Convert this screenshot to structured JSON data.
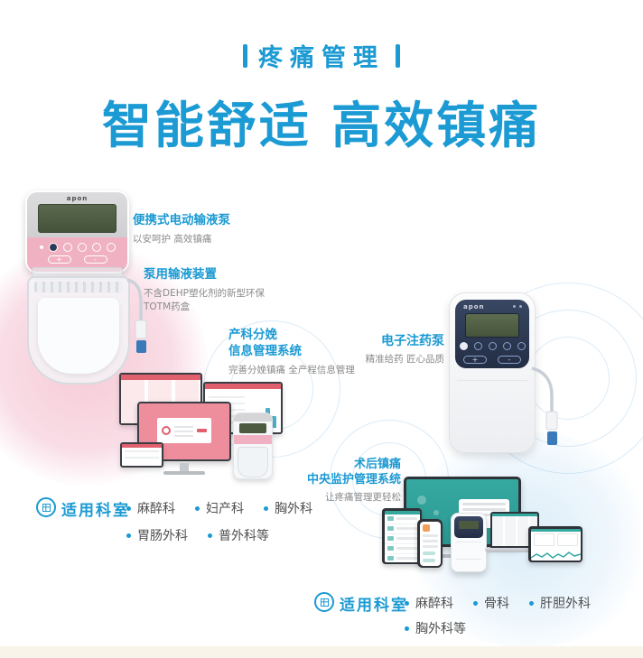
{
  "brand": "apon",
  "colors": {
    "accent": "#1b9ad3",
    "pink-panel": "#f0b2c3",
    "pink-screen": "#ee8e9c",
    "dash-red": "#e0606e",
    "teal": "#34a79f",
    "cream": "#f9f4ea"
  },
  "header": {
    "category": "疼痛管理",
    "title": "智能舒适 高效镇痛"
  },
  "left": {
    "features": [
      {
        "title1": "便携式电动输液泵",
        "desc1": "以安呵护 高效镇痛"
      },
      {
        "title1": "泵用输液装置",
        "desc1": "不含DEHP塑化剂的新型环保",
        "desc2": "TOTM药盒"
      },
      {
        "title1": "产科分娩",
        "title2": "信息管理系统",
        "desc1": "完善分娩镇痛 全产程信息管理"
      }
    ],
    "departments": {
      "label": "适用科室",
      "row1": [
        "麻醉科",
        "妇产科",
        "胸外科"
      ],
      "row2": [
        "胃肠外科",
        "普外科等"
      ]
    }
  },
  "right": {
    "features": [
      {
        "title1": "电子注药泵",
        "desc1": "精准给药 匠心品质"
      },
      {
        "title1": "术后镇痛",
        "title2": "中央监护管理系统",
        "desc1": "让疼痛管理更轻松"
      }
    ],
    "departments": {
      "label": "适用科室",
      "row1": [
        "麻醉科",
        "骨科",
        "肝胆外科"
      ],
      "row2": [
        "胸外科等"
      ]
    }
  },
  "pump_controls": {
    "plus": "+",
    "minus": "-"
  }
}
